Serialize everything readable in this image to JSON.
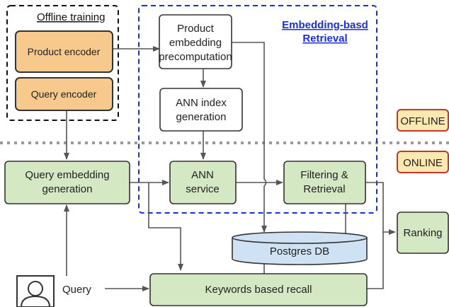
{
  "colors": {
    "orange_fill": "#f8c98d",
    "green_fill": "#d5e8c4",
    "blue_fill": "#cfe2f3",
    "tag_fill": "#fde8b0",
    "tag_stroke": "#c0392b",
    "dashed_blue": "#1a2ee0",
    "line": "#555555"
  },
  "groups": {
    "offline_training": "Offline training",
    "embedding_retrieval": [
      "Embedding-basd",
      "Retrieval"
    ]
  },
  "tags": {
    "offline": "OFFLINE",
    "online": "ONLINE"
  },
  "nodes": {
    "product_encoder": "Product encoder",
    "query_encoder": "Query encoder",
    "product_embedding": [
      "Product",
      "embedding",
      "precomputation"
    ],
    "ann_index": [
      "ANN index",
      "generation"
    ],
    "query_embedding": [
      "Query embedding",
      "generation"
    ],
    "ann_service": [
      "ANN",
      "service"
    ],
    "filtering": [
      "Filtering &",
      "Retrieval"
    ],
    "postgres": "Postgres DB",
    "ranking": "Ranking",
    "keywords": "Keywords based recall",
    "query": "Query"
  },
  "icons": {
    "user": "user-icon"
  }
}
